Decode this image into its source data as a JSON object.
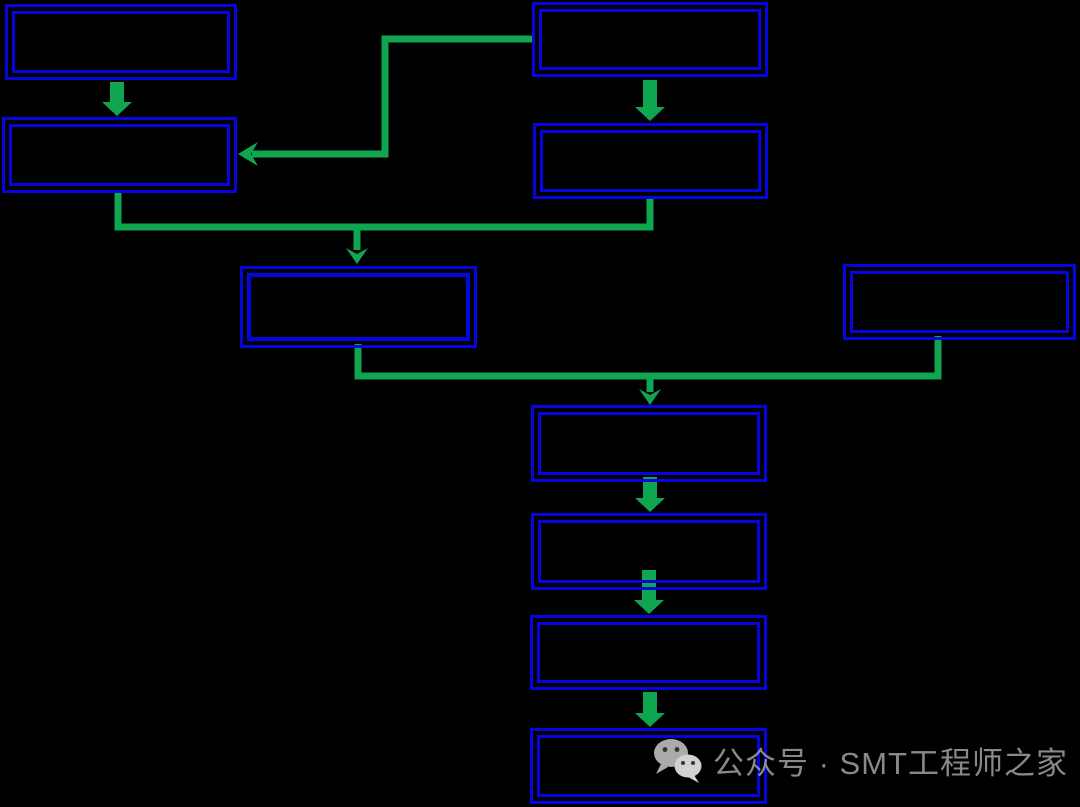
{
  "colors": {
    "background": "#000000",
    "node_border": "#0505e0",
    "connector_green": "#0ea650",
    "watermark_gray": "#9d9d9d"
  },
  "watermark": {
    "icon": "wechat-icon",
    "text": "公众号 · SMT工程师之家"
  },
  "diagram": {
    "type": "flowchart",
    "description": "Flowchart of empty double-bordered blue boxes connected by green arrows on black background",
    "nodes": [
      {
        "id": "node-1",
        "position": "top-left",
        "label": ""
      },
      {
        "id": "node-2",
        "position": "top-right",
        "label": ""
      },
      {
        "id": "node-3",
        "position": "row2-left",
        "label": ""
      },
      {
        "id": "node-4",
        "position": "row2-right",
        "label": ""
      },
      {
        "id": "node-5",
        "position": "row3-center",
        "label": ""
      },
      {
        "id": "node-6",
        "position": "row3-far-right",
        "label": ""
      },
      {
        "id": "node-7",
        "position": "chain-1",
        "label": ""
      },
      {
        "id": "node-8",
        "position": "chain-2",
        "label": ""
      },
      {
        "id": "node-9",
        "position": "chain-3",
        "label": ""
      },
      {
        "id": "node-10",
        "position": "chain-4",
        "label": ""
      }
    ],
    "edges": [
      {
        "from": "node-1",
        "to": "node-3",
        "style": "block-arrow-down"
      },
      {
        "from": "node-2",
        "to": "node-4",
        "style": "block-arrow-down"
      },
      {
        "from": "node-2",
        "to": "node-3",
        "style": "elbow-arrow-left"
      },
      {
        "from": "node-3",
        "to": "node-5",
        "style": "elbow-arrow-merge"
      },
      {
        "from": "node-4",
        "to": "node-5",
        "style": "elbow-arrow-merge"
      },
      {
        "from": "node-5",
        "to": "node-7",
        "style": "elbow-arrow-merge"
      },
      {
        "from": "node-6",
        "to": "node-7",
        "style": "elbow-arrow-merge"
      },
      {
        "from": "node-7",
        "to": "node-8",
        "style": "block-arrow-down"
      },
      {
        "from": "node-8",
        "to": "node-9",
        "style": "block-arrow-down"
      },
      {
        "from": "node-9",
        "to": "node-10",
        "style": "block-arrow-down"
      }
    ]
  }
}
